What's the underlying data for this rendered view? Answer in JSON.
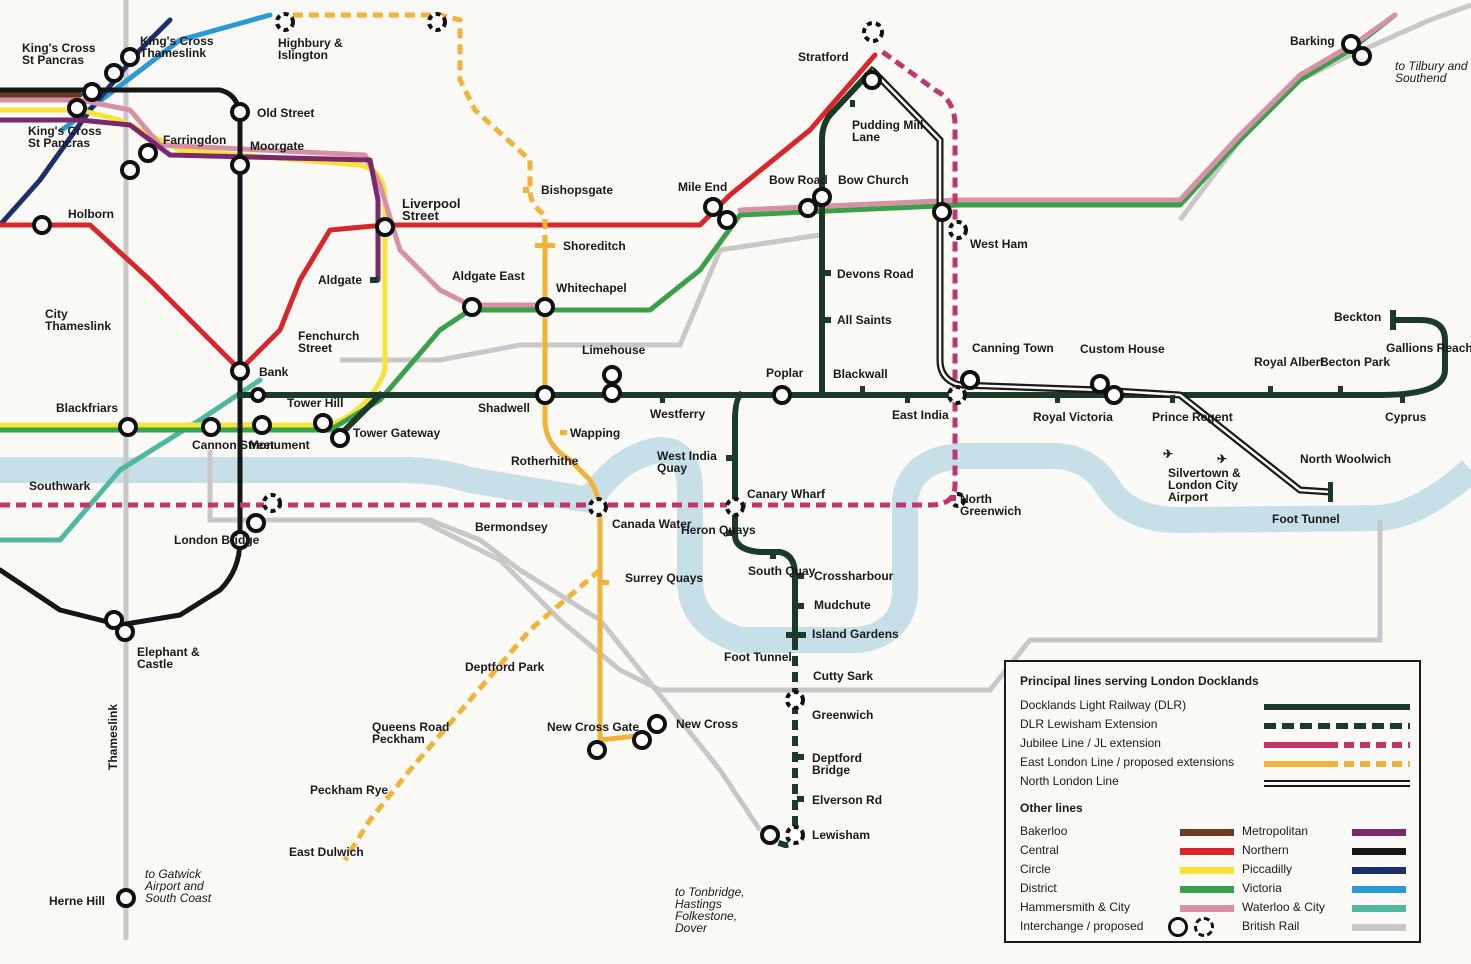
{
  "colors": {
    "dlr": "#1b3a2a",
    "jubilee": "#c2356d",
    "east_london": "#f2b33a",
    "bakerloo": "#6b3a24",
    "central": "#d9262b",
    "circle": "#f7e33a",
    "district": "#3aa04a",
    "hammersmith": "#d890a6",
    "metropolitan": "#7a2a6a",
    "northern": "#161616",
    "piccadilly": "#1d2f6b",
    "victoria": "#2a9ad4",
    "waterloo": "#4fb89d",
    "british_rail": "#c8c8c8",
    "river": "#c7e0e8"
  },
  "stations": {
    "kings_cross_st_pancras": "King's Cross St Pancras",
    "kings_cross_thameslink": "King's Cross Thameslink",
    "kings_cross_st_pancras_br": "King's Cross St Pancras",
    "highbury_islington": "Highbury & Islington",
    "old_street": "Old Street",
    "farringdon": "Farringdon",
    "moorgate": "Moorgate",
    "holborn": "Holborn",
    "liverpool_street": "Liverpool Street",
    "bishopsgate": "Bishopsgate",
    "shoreditch": "Shoreditch",
    "aldgate": "Aldgate",
    "aldgate_east": "Aldgate East",
    "whitechapel": "Whitechapel",
    "city_thameslink": "City Thameslink",
    "fenchurch_street": "Fenchurch Street",
    "bank": "Bank",
    "tower_hill": "Tower Hill",
    "tower_gateway": "Tower Gateway",
    "monument": "Monument",
    "blackfriars": "Blackfriars",
    "cannon_street": "Cannon Street",
    "southwark": "Southwark",
    "london_bridge": "London Bridge",
    "bermondsey": "Bermondsey",
    "elephant_castle": "Elephant & Castle",
    "thameslink": "Thameslink",
    "herne_hill": "Herne Hill",
    "to_gatwick": "to Gatwick Airport and South Coast",
    "stratford": "Stratford",
    "pudding_mill_lane": "Pudding Mill Lane",
    "mile_end": "Mile End",
    "bow_road": "Bow Road",
    "bow_church": "Bow Church",
    "west_ham": "West Ham",
    "devons_road": "Devons Road",
    "all_saints": "All Saints",
    "limehouse": "Limehouse",
    "shadwell": "Shadwell",
    "westferry": "Westferry",
    "poplar": "Poplar",
    "blackwall": "Blackwall",
    "east_india": "East India",
    "canning_town": "Canning Town",
    "custom_house": "Custom House",
    "royal_victoria": "Royal Victoria",
    "prince_regent": "Prince Regent",
    "royal_albert": "Royal Albert",
    "beckton_park": "Becton Park",
    "gallions_reach": "Gallions Reach",
    "beckton": "Beckton",
    "cyprus": "Cyprus",
    "silvertown": "Silvertown & London City Airport",
    "north_woolwich": "North Woolwich",
    "foot_tunnel_1": "Foot Tunnel",
    "barking": "Barking",
    "to_tilbury": "to Tilbury and Southend",
    "wapping": "Wapping",
    "rotherhithe": "Rotherhithe",
    "canada_water": "Canada Water",
    "surrey_quays": "Surrey Quays",
    "west_india_quay": "West India Quay",
    "canary_wharf": "Canary Wharf",
    "heron_quays": "Heron Quays",
    "south_quay": "South Quay",
    "crossharbour": "Crossharbour",
    "mudchute": "Mudchute",
    "island_gardens": "Island Gardens",
    "foot_tunnel_2": "Foot Tunnel",
    "cutty_sark": "Cutty Sark",
    "greenwich": "Greenwich",
    "deptford_bridge": "Deptford Bridge",
    "elverson_rd": "Elverson Rd",
    "lewisham": "Lewisham",
    "north_greenwich": "North Greenwich",
    "deptford_park": "Deptford Park",
    "queens_road_peckham": "Queens Road Peckham",
    "peckham_rye": "Peckham Rye",
    "east_dulwich": "East Dulwich",
    "new_cross_gate": "New Cross Gate",
    "new_cross": "New Cross",
    "to_tonbridge": "to Tonbridge, Hastings Folkestone, Dover"
  },
  "legend": {
    "title": "Principal lines serving London Docklands",
    "principal": [
      {
        "label": "Docklands Light Railway (DLR)",
        "color": "#1b3a2a",
        "style": "solid"
      },
      {
        "label": "DLR Lewisham Extension",
        "color": "#1b3a2a",
        "style": "dashed"
      },
      {
        "label": "Jubilee Line / JL extension",
        "color": "#c2356d",
        "style": "solid-dashed"
      },
      {
        "label": "East London Line / proposed extensions",
        "color": "#f2b33a",
        "style": "solid-dashed"
      },
      {
        "label": "North London Line",
        "color": "#1a1a1a",
        "style": "double"
      }
    ],
    "other_title": "Other lines",
    "other_left": [
      {
        "label": "Bakerloo",
        "color": "#6b3a24"
      },
      {
        "label": "Central",
        "color": "#d9262b"
      },
      {
        "label": "Circle",
        "color": "#f7e33a"
      },
      {
        "label": "District",
        "color": "#3aa04a"
      },
      {
        "label": "Hammersmith & City",
        "color": "#d890a6"
      },
      {
        "label": "Interchange / proposed",
        "color": ""
      }
    ],
    "other_right": [
      {
        "label": "Metropolitan",
        "color": "#7a2a6a"
      },
      {
        "label": "Northern",
        "color": "#161616"
      },
      {
        "label": "Piccadilly",
        "color": "#1d2f6b"
      },
      {
        "label": "Victoria",
        "color": "#2a9ad4"
      },
      {
        "label": "Waterloo & City",
        "color": "#4fb89d"
      },
      {
        "label": "British Rail",
        "color": "#c8c8c8"
      }
    ]
  }
}
